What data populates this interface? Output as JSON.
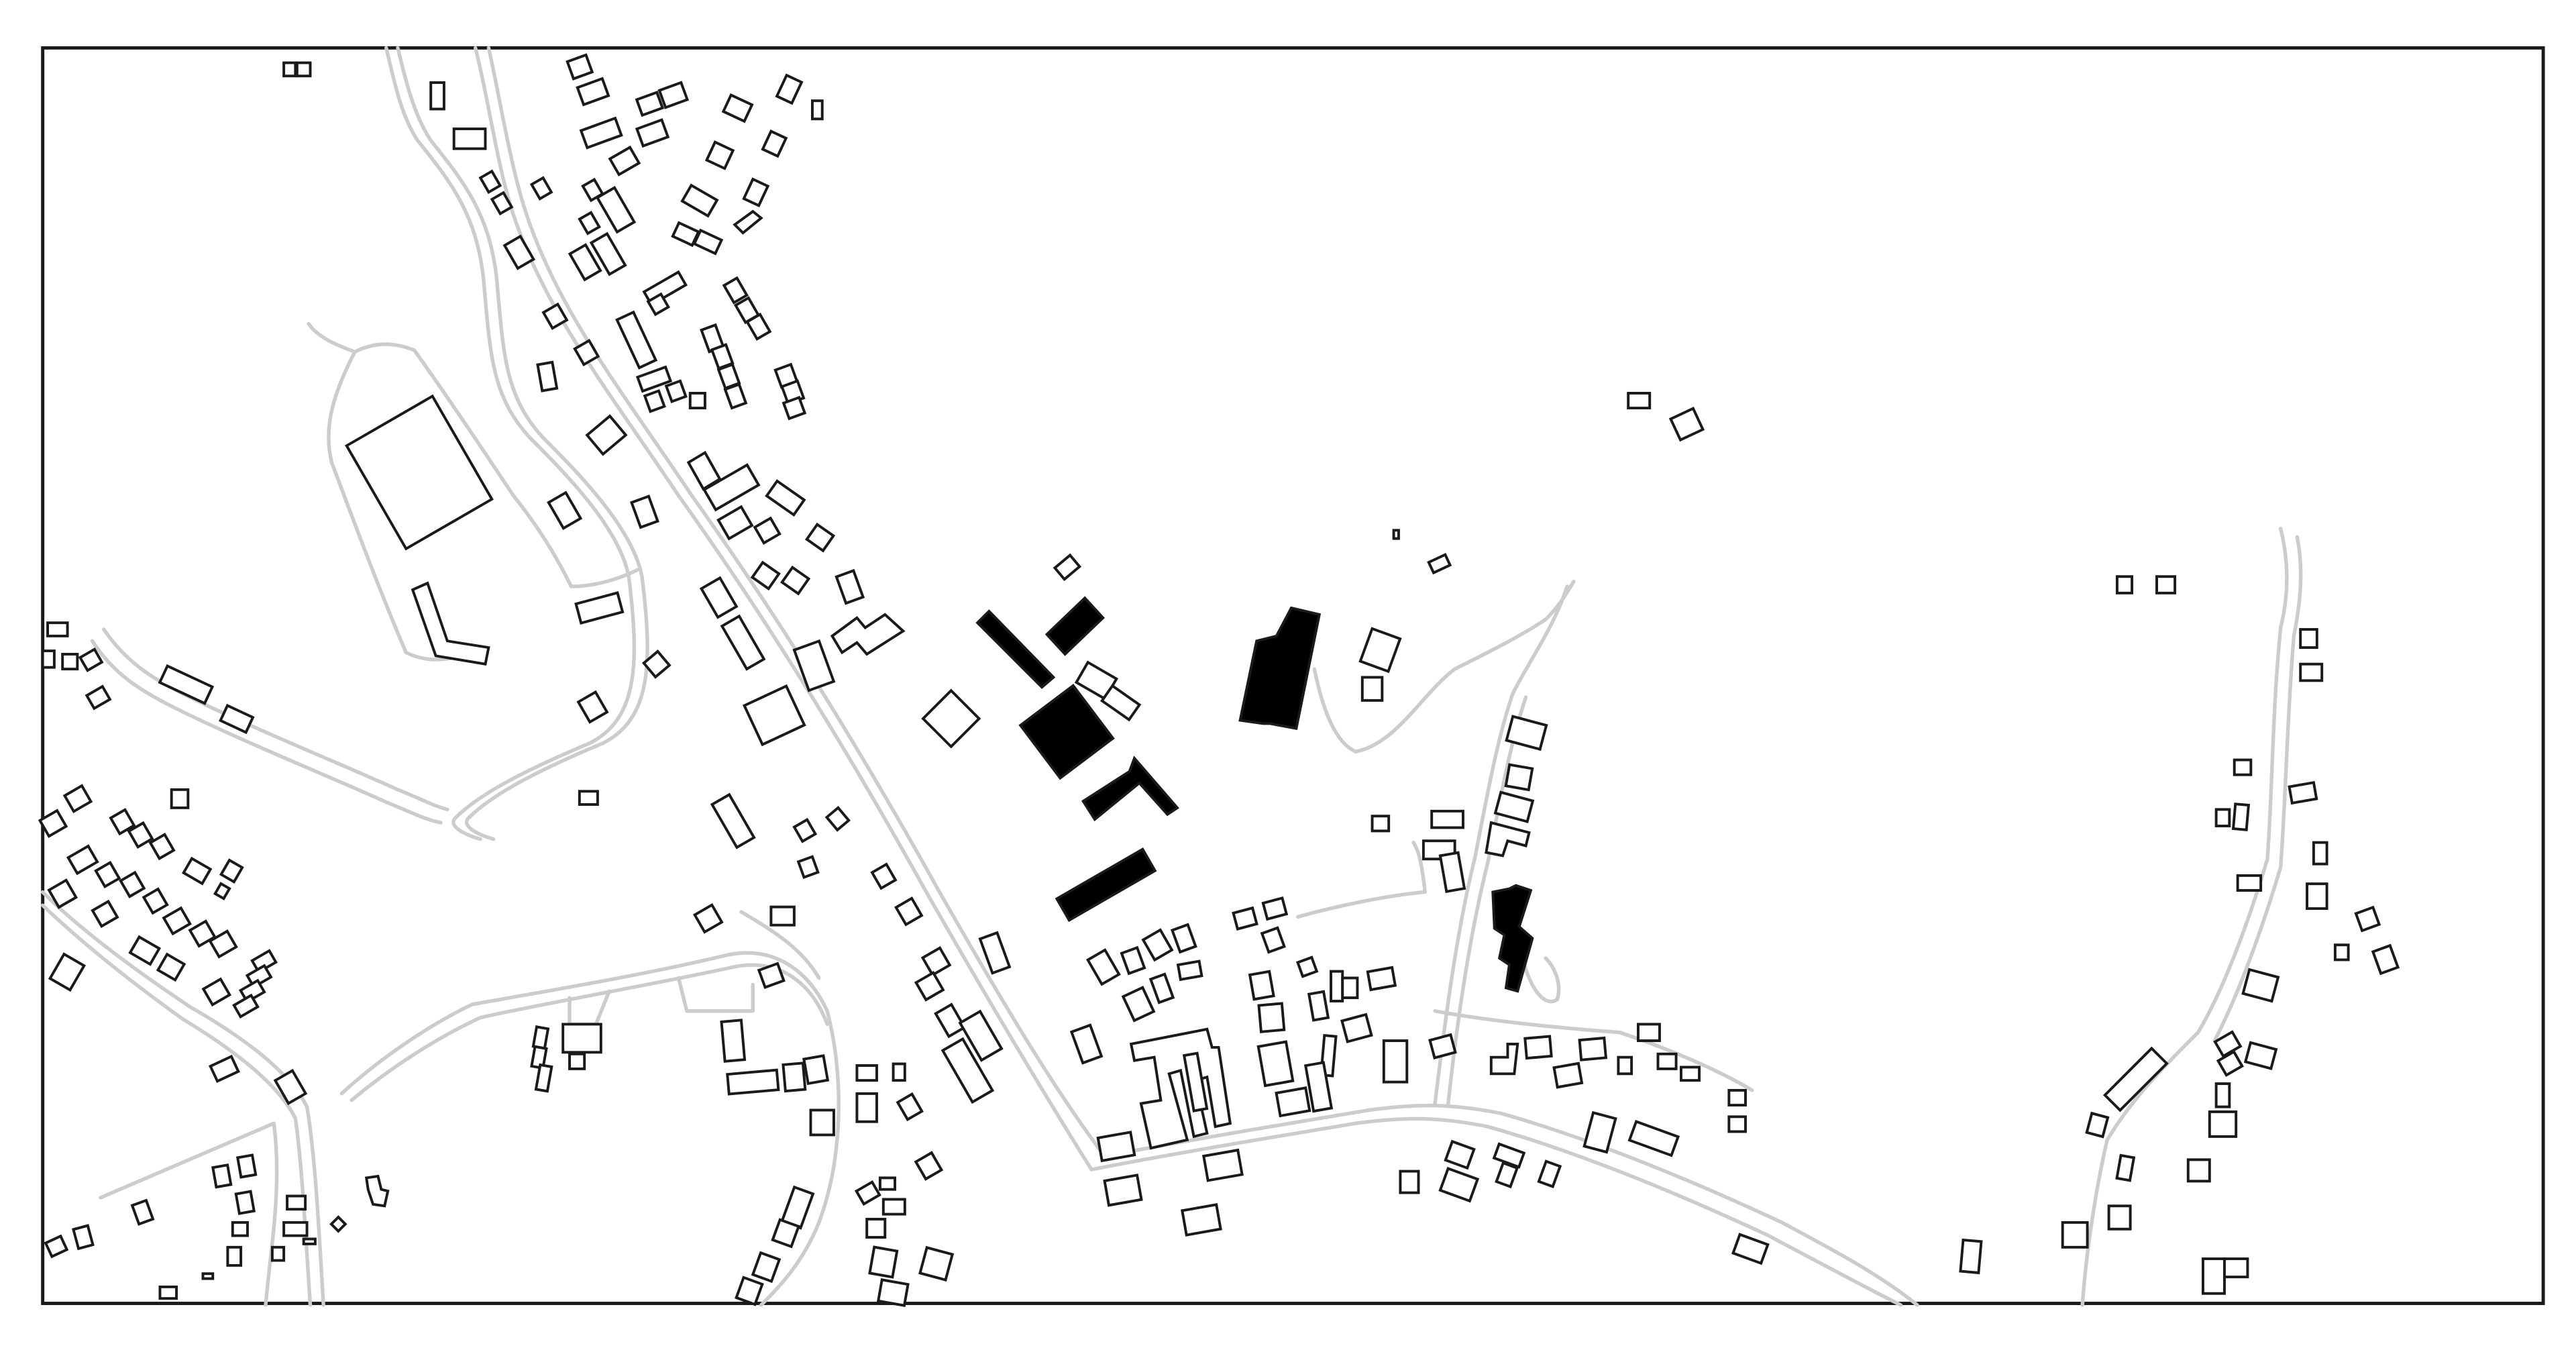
{
  "map": {
    "kind": "planimetric-building-footprint-map",
    "labels": [],
    "legend": null,
    "colors": {
      "background": "#ffffff",
      "frame": "#1a1a1a",
      "road": "#cccccc",
      "building_outline": "#1a1a1a",
      "building_fill_highlight": "#000000",
      "building_fill_normal": "#ffffff"
    },
    "layers": {
      "roads": "road-casing-lines",
      "buildings": "building-footprints",
      "highlighted_buildings": "solid-black-buildings"
    }
  }
}
